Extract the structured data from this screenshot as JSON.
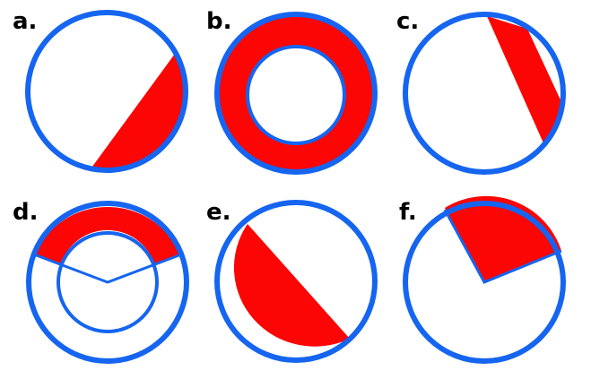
{
  "colors": {
    "outline": "#1565f0",
    "fill": "#fb0505",
    "background": "#ffffff"
  },
  "panels": [
    {
      "label": "a.",
      "shape": "circular-segment"
    },
    {
      "label": "b.",
      "shape": "annulus"
    },
    {
      "label": "c.",
      "shape": "chord-band"
    },
    {
      "label": "d.",
      "shape": "annular-sector"
    },
    {
      "label": "e.",
      "shape": "circular-segment"
    },
    {
      "label": "f.",
      "shape": "circular-sector"
    }
  ]
}
